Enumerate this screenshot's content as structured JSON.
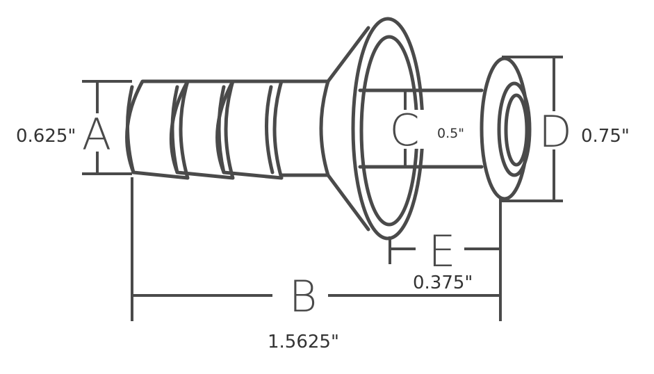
{
  "dimensions": {
    "A": {
      "letter": "A",
      "value": "0.625\""
    },
    "B": {
      "letter": "B",
      "value": "1.5625\""
    },
    "C": {
      "letter": "C",
      "value": "0.5\""
    },
    "D": {
      "letter": "D",
      "value": "0.75\""
    },
    "E": {
      "letter": "E",
      "value": "0.375\""
    }
  },
  "colors": {
    "line": "#4a4a4a",
    "text": "#333333",
    "background": "#ffffff"
  }
}
